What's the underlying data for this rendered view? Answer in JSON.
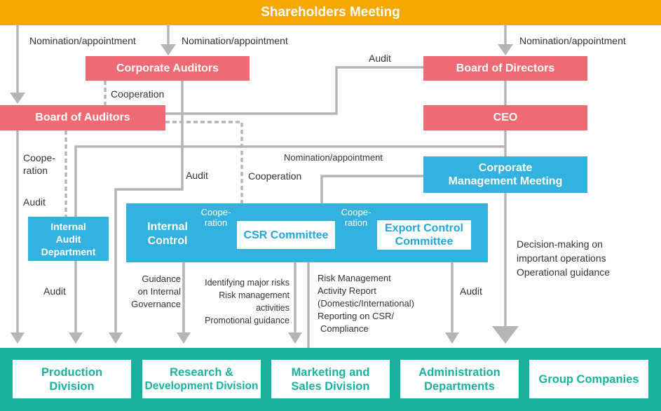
{
  "shareholders_meeting": "Shareholders Meeting",
  "corporate_auditors": "Corporate Auditors",
  "board_of_directors": "Board of Directors",
  "board_of_auditors": "Board of Auditors",
  "ceo": "CEO",
  "corporate_management_meeting": [
    "Corporate",
    "Management Meeting"
  ],
  "internal_audit_department": [
    "Internal",
    "Audit",
    "Department"
  ],
  "internal_control": [
    "Internal",
    "Control"
  ],
  "csr_committee": "CSR Committee",
  "export_control_committee": [
    "Export Control",
    "Committee"
  ],
  "divisions": [
    [
      "Production",
      "Division"
    ],
    [
      "Research &",
      "Development Division"
    ],
    [
      "Marketing and",
      "Sales Division"
    ],
    [
      "Administration",
      "Departments"
    ],
    [
      "Group Companies"
    ]
  ],
  "labels": {
    "nomination_1": "Nomination/appointment",
    "nomination_2": "Nomination/appointment",
    "nomination_3": "Nomination/appointment",
    "nomination_4": "Nomination/appointment",
    "audit_top": "Audit",
    "cooperation_auditors": "Cooperation",
    "cooperation_audit_dept": [
      "Coope-",
      "ration"
    ],
    "audit_left": "Audit",
    "audit_center": "Audit",
    "cooperation_center": "Cooperation",
    "cooperation_ic_csr": [
      "Coope-",
      "ration"
    ],
    "cooperation_csr_export": [
      "Coope-",
      "ration"
    ],
    "audit_bottom_left": "Audit",
    "audit_bottom_right": "Audit",
    "guidance_internal_governance": [
      "Guidance",
      "on Internal",
      "Governance"
    ],
    "identifying_risks": [
      "Identifying major risks",
      "Risk management",
      "activities",
      "Promotional guidance"
    ],
    "risk_management_report": [
      "Risk Management",
      "Activity Report",
      "(Domestic/International)",
      "Reporting on CSR/",
      "Compliance"
    ],
    "decision_making": [
      "Decision-making on",
      "important operations",
      "Operational guidance"
    ]
  },
  "colors": {
    "top_bar": "#f6a800",
    "management_boxes": "#ee6b73",
    "control_boxes": "#33b2e0",
    "bottom_bar": "#18b29c",
    "connector": "#b5b5b5"
  }
}
